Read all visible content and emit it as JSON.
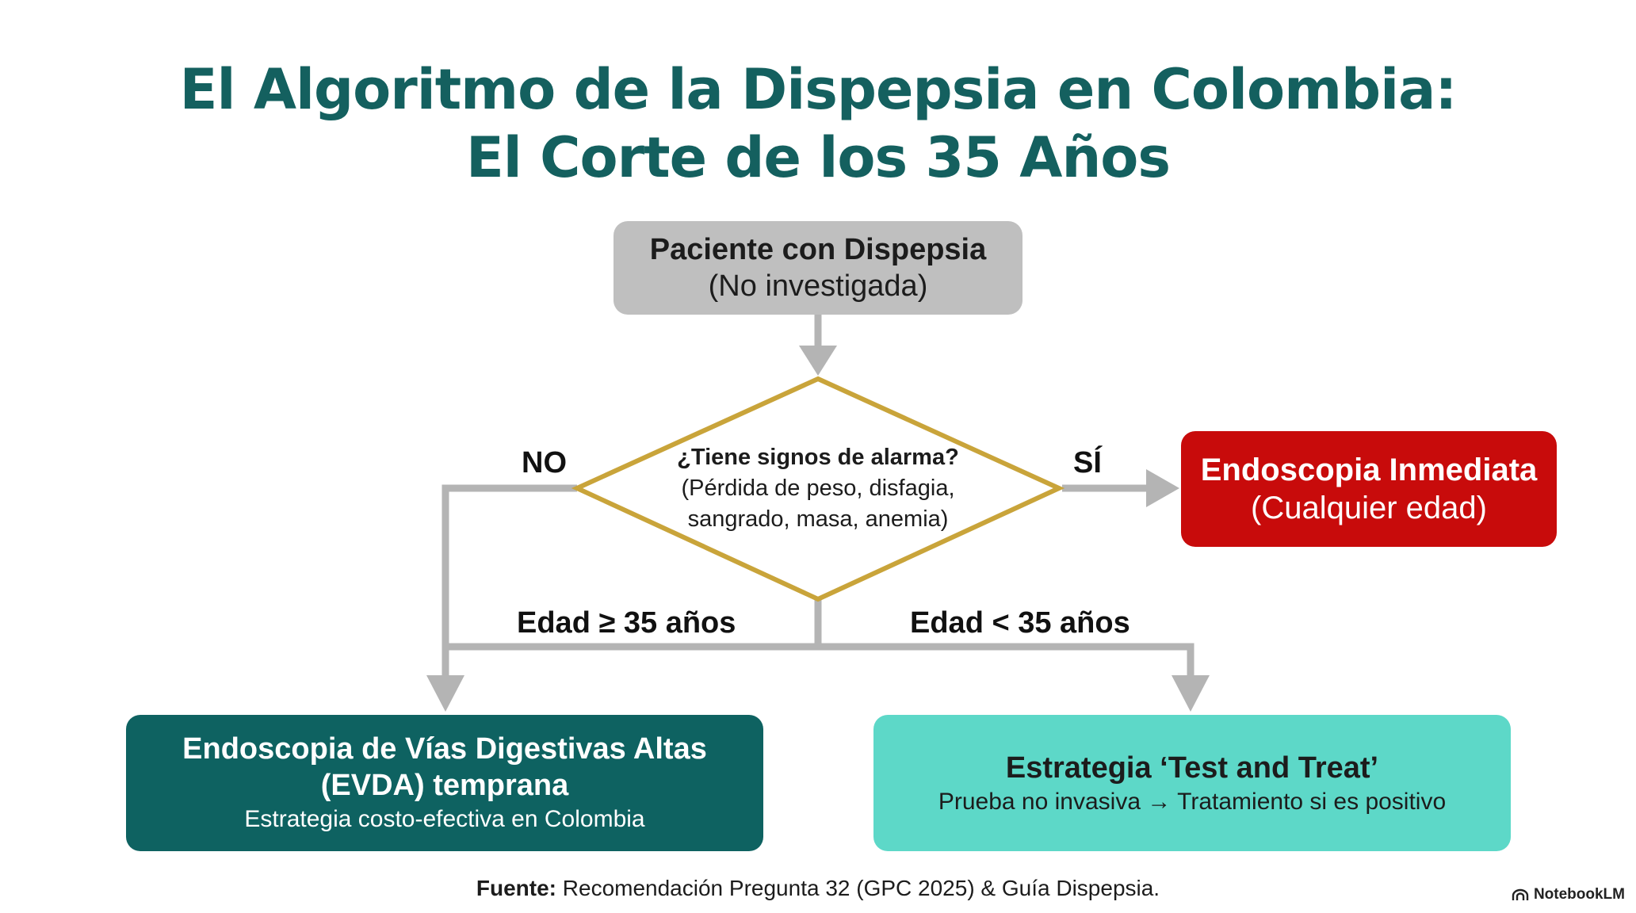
{
  "title": {
    "line1": "El Algoritmo de la Dispepsia en Colombia:",
    "line2": "El Corte de los 35 Años"
  },
  "flowchart": {
    "start": {
      "line1": "Paciente con Dispepsia",
      "line2": "(No investigada)"
    },
    "decision": {
      "question": "¿Tiene signos de alarma?",
      "detail_line1": "(Pérdida de peso, disfagia,",
      "detail_line2": "sangrado, masa, anemia)"
    },
    "branch_labels": {
      "no": "NO",
      "yes": "SÍ",
      "age_ge": "Edad ≥ 35 años",
      "age_lt": "Edad < 35 años"
    },
    "immediate": {
      "line1": "Endoscopia Inmediata",
      "line2": "(Cualquier edad)"
    },
    "evda": {
      "line1": "Endoscopia de Vías Digestivas Altas",
      "line2": "(EVDA) temprana",
      "line3": "Estrategia costo-efectiva en Colombia"
    },
    "test_treat": {
      "line1": "Estrategia ‘Test and Treat’",
      "line2": "Prueba no invasiva → Tratamiento si es positivo"
    }
  },
  "source": {
    "label": "Fuente:",
    "text": " Recomendación Pregunta 32 (GPC 2025) & Guía Dispepsia."
  },
  "brand": {
    "name": "NotebookLM"
  },
  "colors": {
    "title": "#14605f",
    "start_box": "#bfbfbf",
    "decision_border": "#c9a43a",
    "immediate_box": "#c80b0b",
    "evda_box": "#0e6261",
    "test_treat_box": "#5dd8c8",
    "connector": "#b4b4b4"
  }
}
